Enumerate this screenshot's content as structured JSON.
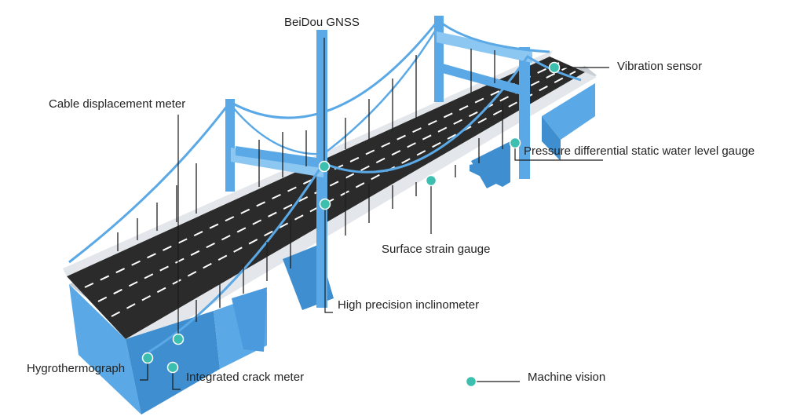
{
  "colors": {
    "structure": "#5aa9e6",
    "structure_dark": "#3f8fd0",
    "structure_light": "#8cc7f2",
    "deck": "#2b2b2b",
    "rail": "#d9dde2",
    "sensor": "#3cbfae",
    "leader": "#1a1a1a"
  },
  "sensor_icon": "sensor-dot-icon",
  "labels": {
    "beidou": "BeiDou GNSS",
    "vibration": "Vibration sensor",
    "cable_displacement": "Cable displacement meter",
    "pressure_gauge": "Pressure differential static water level gauge",
    "surface_strain": "Surface strain gauge",
    "inclinometer": "High precision inclinometer",
    "hygrothermograph": "Hygrothermograph",
    "crack_meter": "Integrated crack meter"
  },
  "legend": {
    "machine_vision": "Machine vision"
  }
}
